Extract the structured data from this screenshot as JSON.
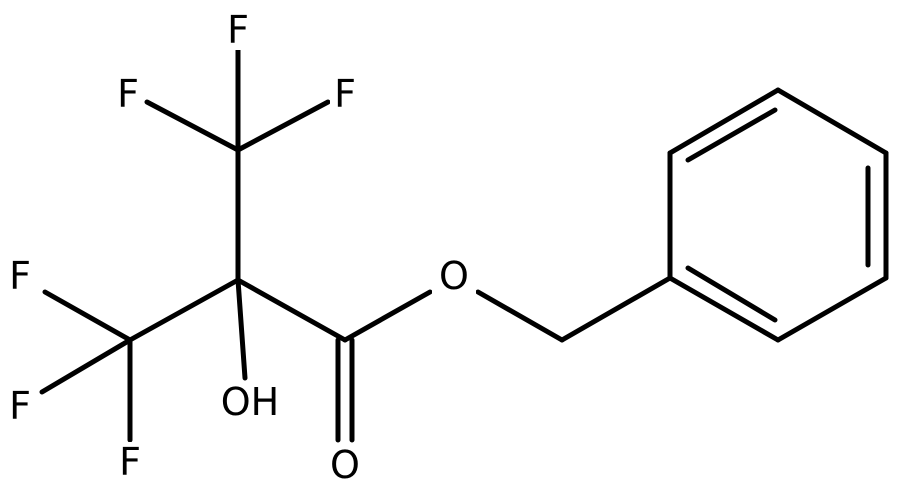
{
  "molecule": {
    "atoms": [
      {
        "id": "F_top",
        "label": "F"
      },
      {
        "id": "F_upper_left",
        "label": "F"
      },
      {
        "id": "F_upper_right",
        "label": "F"
      },
      {
        "id": "F_mid_left",
        "label": "F"
      },
      {
        "id": "F_lower_left",
        "label": "F"
      },
      {
        "id": "F_bottom",
        "label": "F"
      },
      {
        "id": "OH",
        "label": "OH"
      },
      {
        "id": "O_ester",
        "label": "O"
      },
      {
        "id": "O_carbonyl",
        "label": "O"
      }
    ],
    "colors": {
      "bond": "#000000",
      "label": "#000000",
      "background": "#ffffff"
    }
  }
}
